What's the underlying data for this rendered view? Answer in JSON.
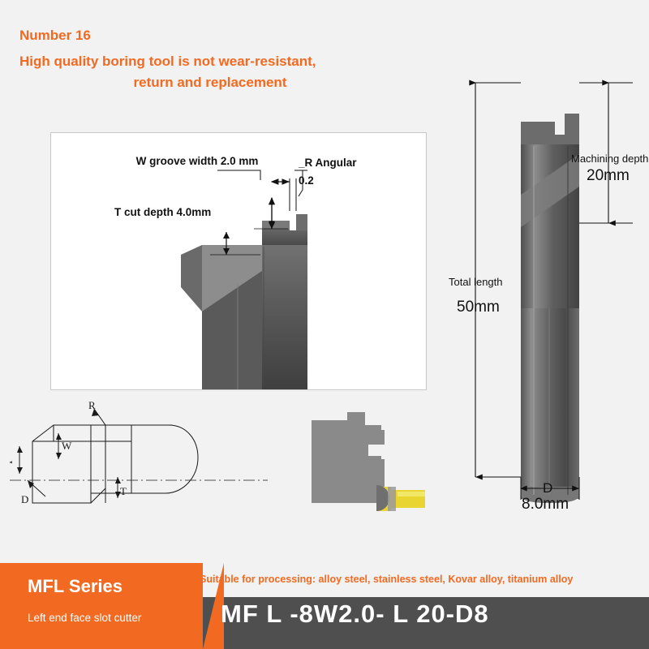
{
  "header": {
    "number": "Number 16",
    "promo_line1": "High quality boring tool is not wear-resistant,",
    "promo_line2": "return and replacement"
  },
  "diagram": {
    "label_w": "W groove width 2.0 mm",
    "label_r": "_R Angular",
    "label_r_value": "0.2",
    "label_t": "T cut depth 4.0mm"
  },
  "line_drawing": {
    "label_r": "R",
    "label_w": "W",
    "label_f": "F",
    "label_d": "D",
    "label_t": "T"
  },
  "dimensions": {
    "machining_depth_label": "Machining depth",
    "machining_depth_value": "20mm",
    "total_length_label": "Total length",
    "total_length_value": "50mm",
    "diameter_label": "D",
    "diameter_value": "8.0mm"
  },
  "footer": {
    "series": "MFL Series",
    "series_sub": "Left end face slot cutter",
    "suitable": "Suitable for processing: alloy steel, stainless steel, Kovar alloy, titanium alloy",
    "model": "MF L -8W2.0- L 20-D8"
  },
  "colors": {
    "accent": "#f26a21",
    "bar_gray": "#4f4f4f",
    "background": "#f2f2f2",
    "tool_body": "#6e6e6e",
    "insert_yellow": "#e9d531"
  }
}
